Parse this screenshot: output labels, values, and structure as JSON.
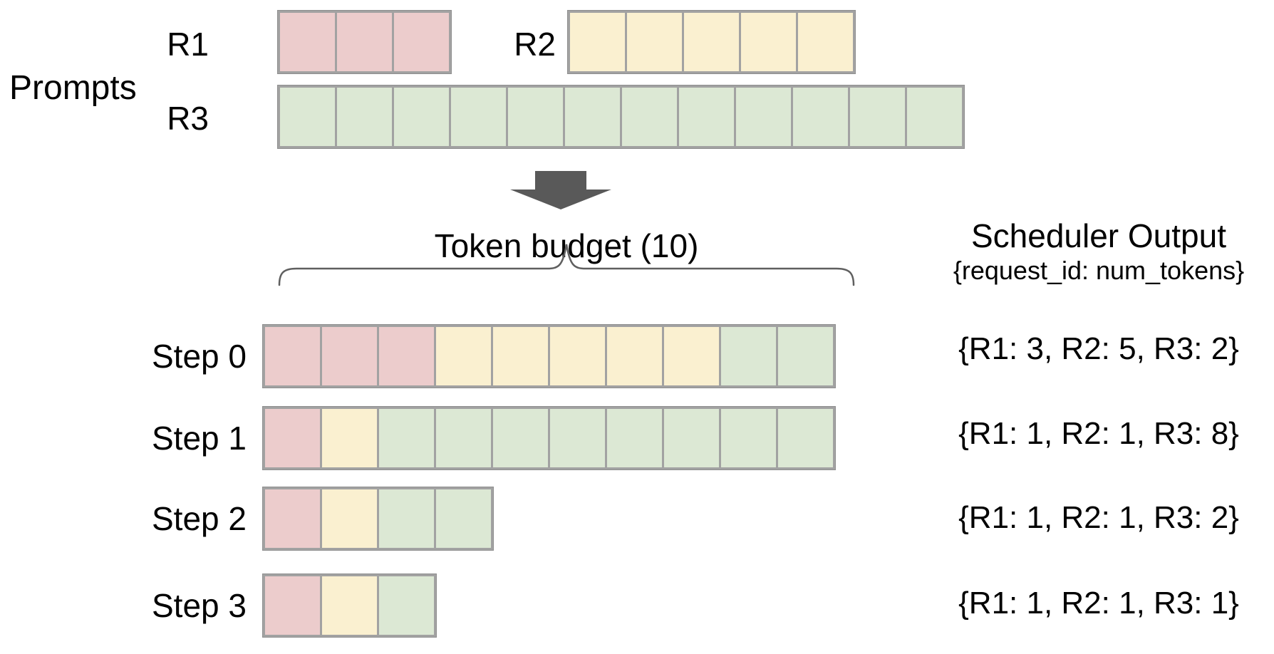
{
  "colors": {
    "text": "#000000",
    "cell_border": "#a2a2a2",
    "row_border": "#8f8f8f",
    "arrow": "#595959",
    "brace": "#5f5f5f",
    "r1_fill": "#eccccc",
    "r2_fill": "#faf0d0",
    "r3_fill": "#dce8d4"
  },
  "prompts": {
    "section_label": "Prompts",
    "requests": [
      {
        "id": "R1",
        "label": "R1",
        "color": "#eccccc",
        "num_tokens": 3
      },
      {
        "id": "R2",
        "label": "R2",
        "color": "#faf0d0",
        "num_tokens": 5
      },
      {
        "id": "R3",
        "label": "R3",
        "color": "#dce8d4",
        "num_tokens": 12
      }
    ]
  },
  "token_budget": {
    "label": "Token budget (10)",
    "value": 10
  },
  "scheduler": {
    "title": "Scheduler Output",
    "subtitle": "{request_id: num_tokens}",
    "steps": [
      {
        "label": "Step 0",
        "allocation": {
          "R1": 3,
          "R2": 5,
          "R3": 2
        },
        "output_text": "{R1: 3, R2: 5, R3: 2}"
      },
      {
        "label": "Step 1",
        "allocation": {
          "R1": 1,
          "R2": 1,
          "R3": 8
        },
        "output_text": "{R1: 1, R2: 1, R3: 8}"
      },
      {
        "label": "Step 2",
        "allocation": {
          "R1": 1,
          "R2": 1,
          "R3": 2
        },
        "output_text": "{R1: 1, R2: 1, R3: 2}"
      },
      {
        "label": "Step 3",
        "allocation": {
          "R1": 1,
          "R2": 1,
          "R3": 1
        },
        "output_text": "{R1: 1, R2: 1, R3: 1}"
      }
    ]
  }
}
